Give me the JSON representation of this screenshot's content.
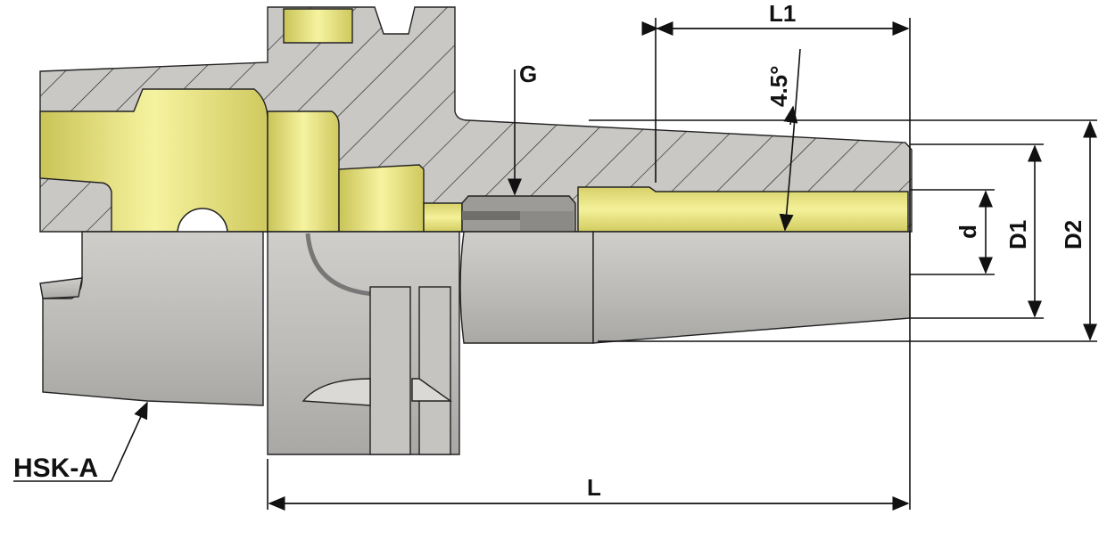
{
  "labels": {
    "L1": "L1",
    "L": "L",
    "G": "G",
    "angle": "4.5°",
    "d": "d",
    "D1": "D1",
    "D2": "D2",
    "hsk": "HSK-A"
  },
  "colors": {
    "section": "#c9c8c5",
    "brass": "#e6e27a",
    "steel": "#bdbcb9",
    "line": "#111111"
  }
}
